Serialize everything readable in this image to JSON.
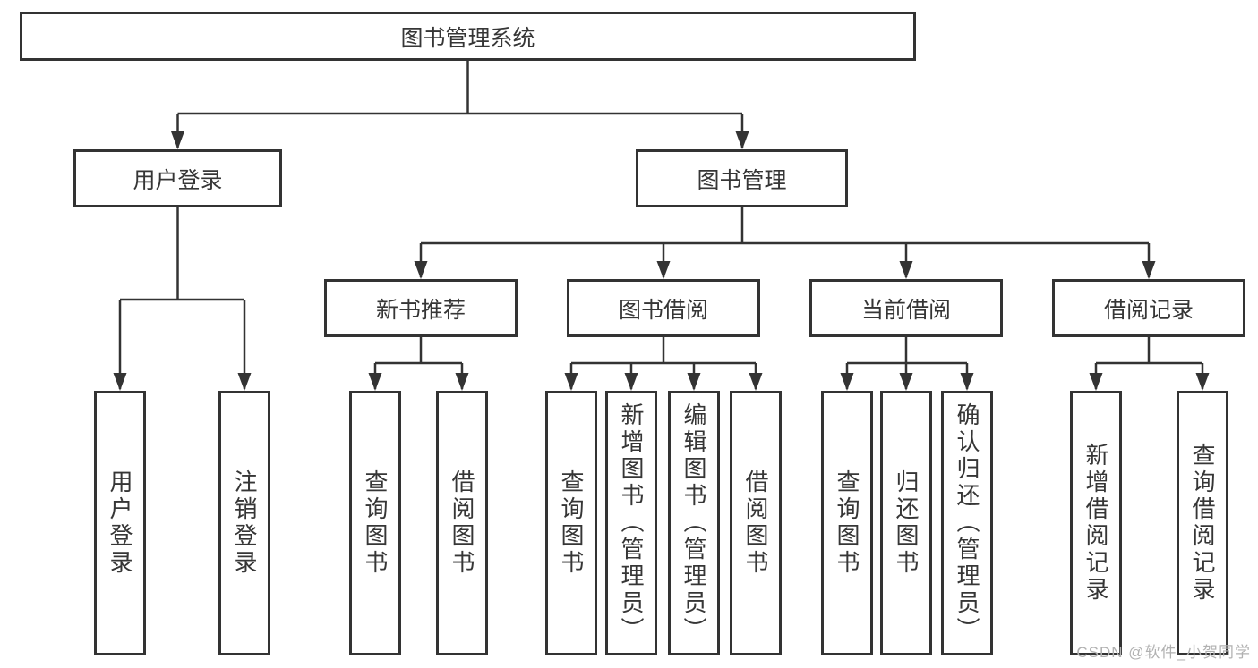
{
  "diagram": {
    "root": {
      "label": "图书管理系统"
    },
    "branches": [
      {
        "label": "用户登录",
        "children": [
          {
            "label": "用户登录"
          },
          {
            "label": "注销登录"
          }
        ]
      },
      {
        "label": "图书管理",
        "children": [
          {
            "label": "新书推荐",
            "children": [
              {
                "label": "查询图书"
              },
              {
                "label": "借阅图书"
              }
            ]
          },
          {
            "label": "图书借阅",
            "children": [
              {
                "label": "查询图书"
              },
              {
                "label": "新增图书（管理员）"
              },
              {
                "label": "编辑图书（管理员）"
              },
              {
                "label": "借阅图书"
              }
            ]
          },
          {
            "label": "当前借阅",
            "children": [
              {
                "label": "查询图书"
              },
              {
                "label": "归还图书"
              },
              {
                "label": "确认归还（管理员）"
              }
            ]
          },
          {
            "label": "借阅记录",
            "children": [
              {
                "label": "新增借阅记录"
              },
              {
                "label": "查询借阅记录"
              }
            ]
          }
        ]
      }
    ]
  },
  "watermark": "CSDN @软件_小贺同学",
  "colors": {
    "line": "#333333",
    "text": "#363636",
    "background": "#ffffff",
    "watermark": "#b1b1b1"
  }
}
